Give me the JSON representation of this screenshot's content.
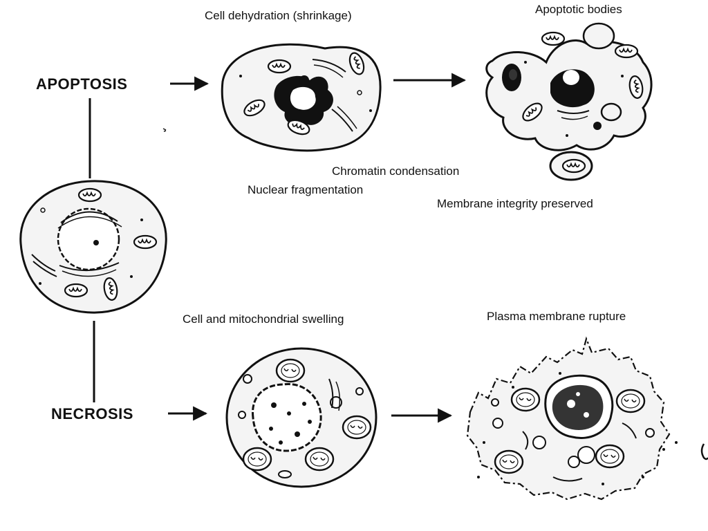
{
  "labels": {
    "apoptosis": "APOPTOSIS",
    "necrosis": "NECROSIS",
    "cell_dehydration": "Cell dehydration (shrinkage)",
    "apoptotic_bodies": "Apoptotic bodies",
    "chromatin_condensation": "Chromatin condensation",
    "nuclear_fragmentation": "Nuclear fragmentation",
    "membrane_integrity": "Membrane integrity preserved",
    "cell_swelling": "Cell and mitochondrial swelling",
    "membrane_rupture": "Plasma membrane rupture"
  },
  "colors": {
    "ink": "#111111",
    "cell_fill": "#f4f4f4",
    "background": "#ffffff"
  }
}
